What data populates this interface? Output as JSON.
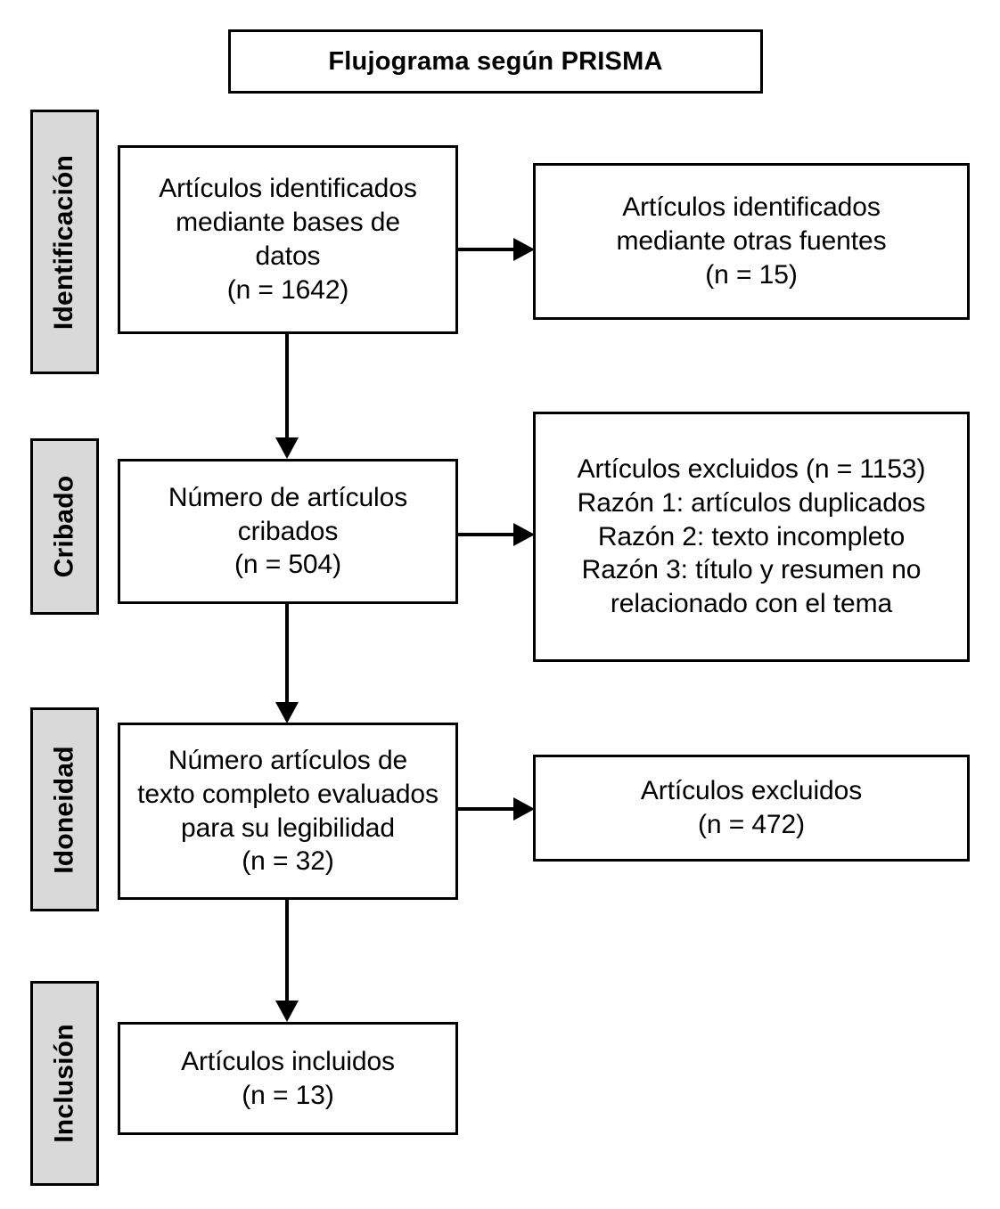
{
  "title": {
    "text": "Flujograma según PRISMA"
  },
  "stages": [
    {
      "key": "identificacion",
      "label": "Identificación"
    },
    {
      "key": "cribado",
      "label": "Cribado"
    },
    {
      "key": "idoneidad",
      "label": "Idoneidad"
    },
    {
      "key": "inclusion",
      "label": "Inclusión"
    }
  ],
  "boxes": {
    "identified_databases": {
      "text": "Artículos identificados\nmediante bases de\ndatos\n(n = 1642)",
      "count": 1642
    },
    "identified_other_sources": {
      "text": "Artículos identificados\nmediante otras fuentes\n(n = 15)",
      "count": 15
    },
    "screened": {
      "text": "Número de artículos\ncribados\n(n = 504)",
      "count": 504
    },
    "excluded_screening": {
      "text": "Artículos excluidos (n = 1153)\nRazón 1: artículos duplicados\nRazón 2: texto incompleto\nRazón 3: título y resumen no\nrelacionado con el tema",
      "count": 1153,
      "reasons": [
        "Razón 1: artículos duplicados",
        "Razón 2: texto incompleto",
        "Razón 3: título y resumen no relacionado con el tema"
      ]
    },
    "fulltext_assessed": {
      "text": "Número artículos de\ntexto completo evaluados\npara su legibilidad\n(n = 32)",
      "count": 32
    },
    "excluded_fulltext": {
      "text": "Artículos excluidos\n(n = 472)",
      "count": 472
    },
    "included": {
      "text": "Artículos incluidos\n(n = 13)",
      "count": 13
    }
  },
  "colors": {
    "stage_background": "#d9d9d9",
    "line": "#000000",
    "box_background": "#ffffff"
  }
}
